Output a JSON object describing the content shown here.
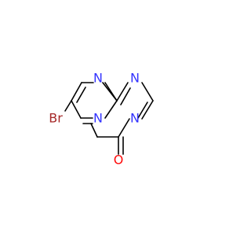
{
  "molecule": {
    "atoms": {
      "n1": "N",
      "n2": "N",
      "n3": "N",
      "n4": "N",
      "br": "Br",
      "o": "O"
    }
  },
  "colors": {
    "bond": "#000000",
    "nitrogen": "#3333ff",
    "bromine": "#a62929",
    "oxygen": "#ff0d0d"
  }
}
